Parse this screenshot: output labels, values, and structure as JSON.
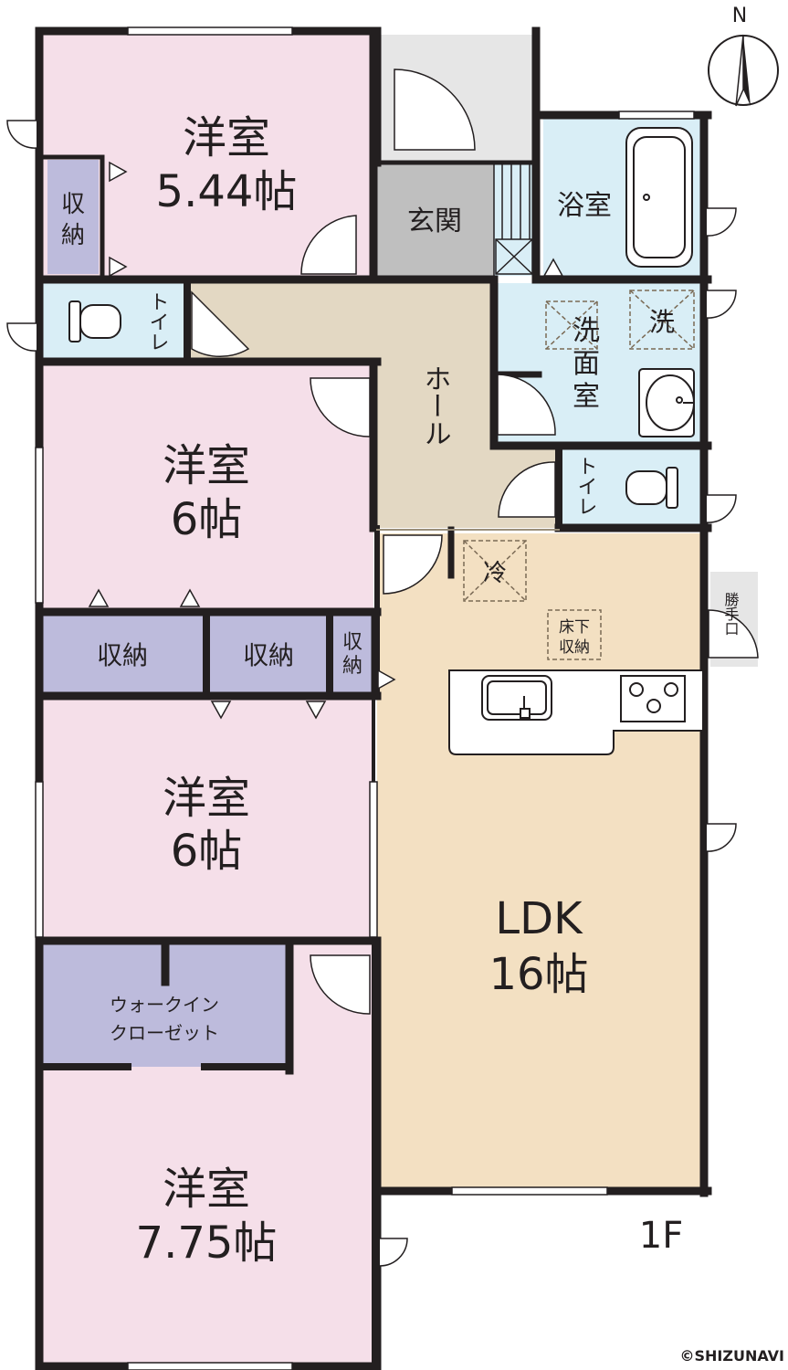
{
  "colors": {
    "bedroom": "#f5dfe9",
    "storage": "#bdbbdc",
    "hall": "#e3d8c3",
    "entrance": "#bfbfbf",
    "porch": "#e6e6e6",
    "wet": "#d9eef6",
    "ldk": "#f3e0c2",
    "wall": "#231f20",
    "fixture": "#ffffff"
  },
  "rooms": {
    "bedroom1": {
      "name": "洋室",
      "size": "5.44帖"
    },
    "bedroom2": {
      "name": "洋室",
      "size": "6帖"
    },
    "bedroom3": {
      "name": "洋室",
      "size": "6帖"
    },
    "bedroom4": {
      "name": "洋室",
      "size": "7.75帖"
    },
    "storage_v1": "収\n納",
    "storage_a": "収納",
    "storage_b": "収納",
    "storage_v2": "収\n納",
    "wic_line1": "ウォークイン",
    "wic_line2": "クローゼット",
    "toilet1": "トイレ",
    "toilet2": "トイレ",
    "hall": "ホール",
    "entrance": "玄関",
    "bath": "浴室",
    "washroom": "洗面室",
    "washer": "洗",
    "fridge": "冷",
    "underfloor": "床下収納",
    "service_door": "勝手口",
    "ldk_name": "LDK",
    "ldk_size": "16帖"
  },
  "compass": {
    "label": "N"
  },
  "floor_label": "1F",
  "copyright": "©SHIZUNAVI"
}
